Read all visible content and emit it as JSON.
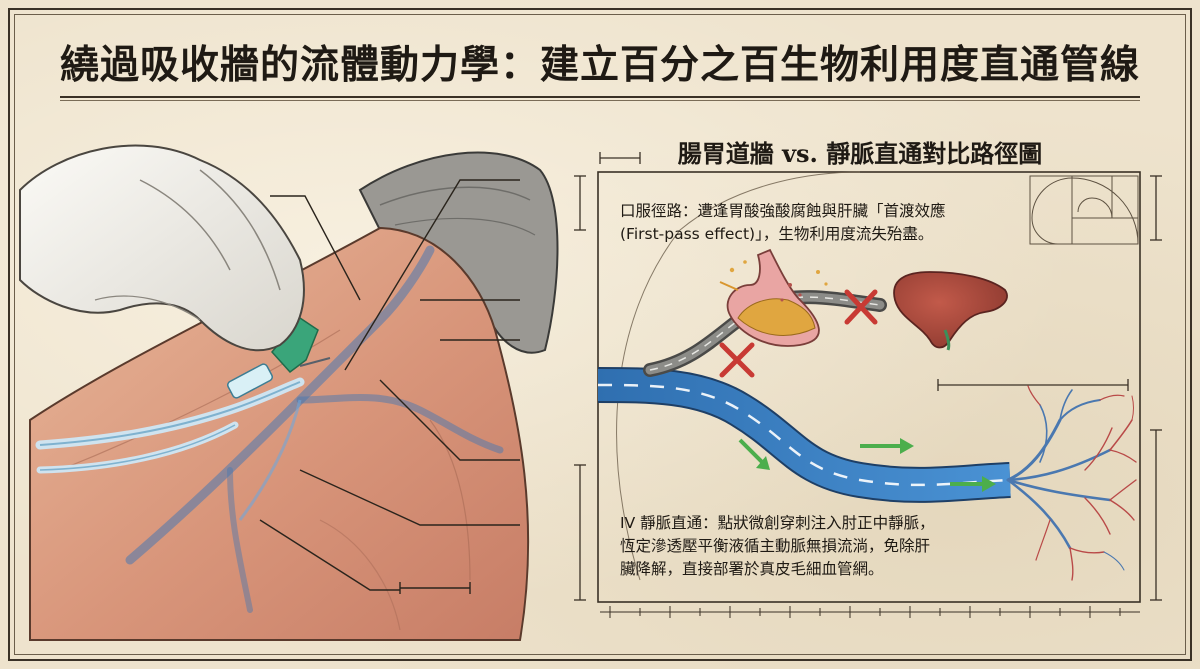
{
  "main_title": "繞過吸收牆的流體動力學：建立百分之百生物利用度直通管線",
  "diagram_title": "腸胃道牆 vs. 靜脈直通對比路徑圖",
  "oral_route": {
    "lines": [
      "口服徑路：遭逢胃酸強酸腐蝕與肝臟「首渡效應",
      "(First-pass effect)」，生物利用度流失殆盡。"
    ]
  },
  "iv_route": {
    "lines": [
      "IV 靜脈直通：點狀微創穿刺注入肘正中靜脈，",
      "恆定滲透壓平衡液循主動脈無損流淌，免除肝",
      "臟降解，直接部署於真皮毛細血管網。"
    ]
  },
  "colors": {
    "paper": "#eee3cd",
    "ink": "#2a241c",
    "vein_blue": "#3f86c8",
    "needle_green": "#3aa57a",
    "cross_red": "#c83a34",
    "arrow_green": "#4cae4c",
    "liver": "#a8463a",
    "stomach_pink": "#e59a9a",
    "stomach_acid": "#e0a640"
  },
  "icons": {
    "blocked_marker": "red-x-icon",
    "flow_arrow": "green-arrow-icon"
  }
}
